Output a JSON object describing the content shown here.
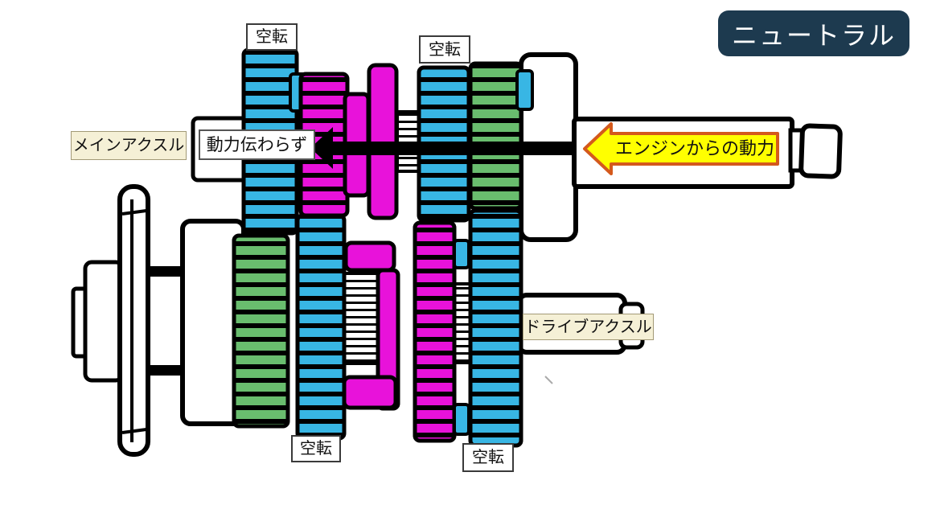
{
  "header": {
    "state_badge": "ニュートラル"
  },
  "annotations": {
    "idle_labels": [
      "空転",
      "空転",
      "空転",
      "空転"
    ],
    "main_axle": "メインアクスル",
    "no_power": "動力伝わらず",
    "engine_power": "エンジンからの動力",
    "drive_axle": "ドライブアクスル"
  },
  "palette": {
    "gear-cyan": "#38b6e4",
    "gear-green": "#69bd6e",
    "gear-magenta": "#e812da",
    "badge-bg": "#1d3a4f",
    "badge-fg": "#ffffff",
    "label-cream": "#f5f0d6",
    "arrow-yellow": "#ffff00",
    "arrow-outline": "#d4591c",
    "ink": "#000000"
  }
}
